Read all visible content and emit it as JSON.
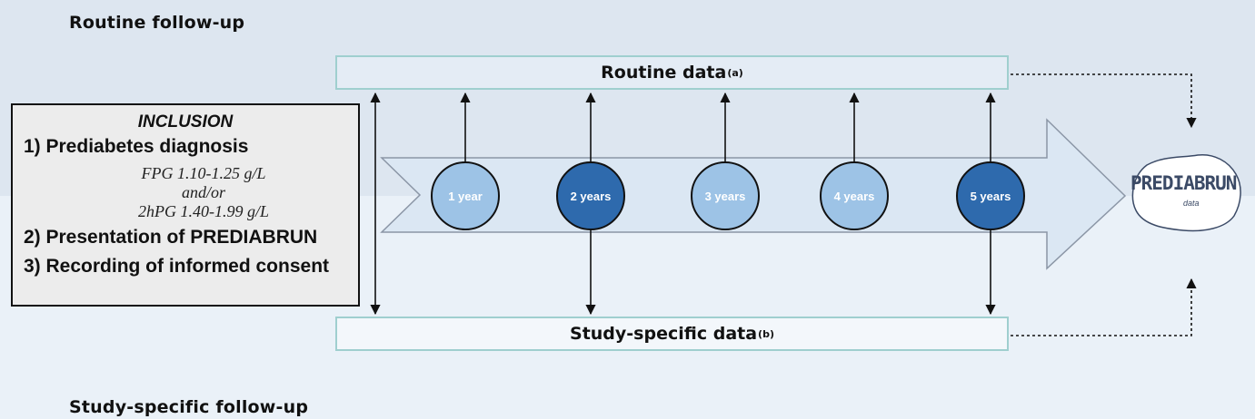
{
  "routine_followup_label": "Routine follow-up",
  "study_followup_label": "Study-specific follow-up",
  "routine_data": {
    "label": "Routine data",
    "note": "(a)"
  },
  "study_data": {
    "label": "Study-specific data",
    "note": "(b)"
  },
  "inclusion": {
    "title": "INCLUSION",
    "step1": "1) Prediabetes diagnosis",
    "fpg": "FPG 1.10-1.25 g/L",
    "andor": "and/or",
    "hpg": "2hPG 1.40-1.99 g/L",
    "step2": "2) Presentation of PREDIABRUN",
    "step3": "3) Recording of informed consent"
  },
  "timeline": [
    {
      "label": "1 year",
      "study_specific": false
    },
    {
      "label": "2 years",
      "study_specific": true
    },
    {
      "label": "3 years",
      "study_specific": false
    },
    {
      "label": "4 years",
      "study_specific": false
    },
    {
      "label": "5 years",
      "study_specific": true
    }
  ],
  "colors": {
    "light_circle": "#9dc3e6",
    "dark_circle": "#2e6aad",
    "arrow_fill": "#dbe7f3",
    "box_border": "#9fcfcf"
  },
  "logo": {
    "name": "PREDIABRUN",
    "sub": "data"
  }
}
